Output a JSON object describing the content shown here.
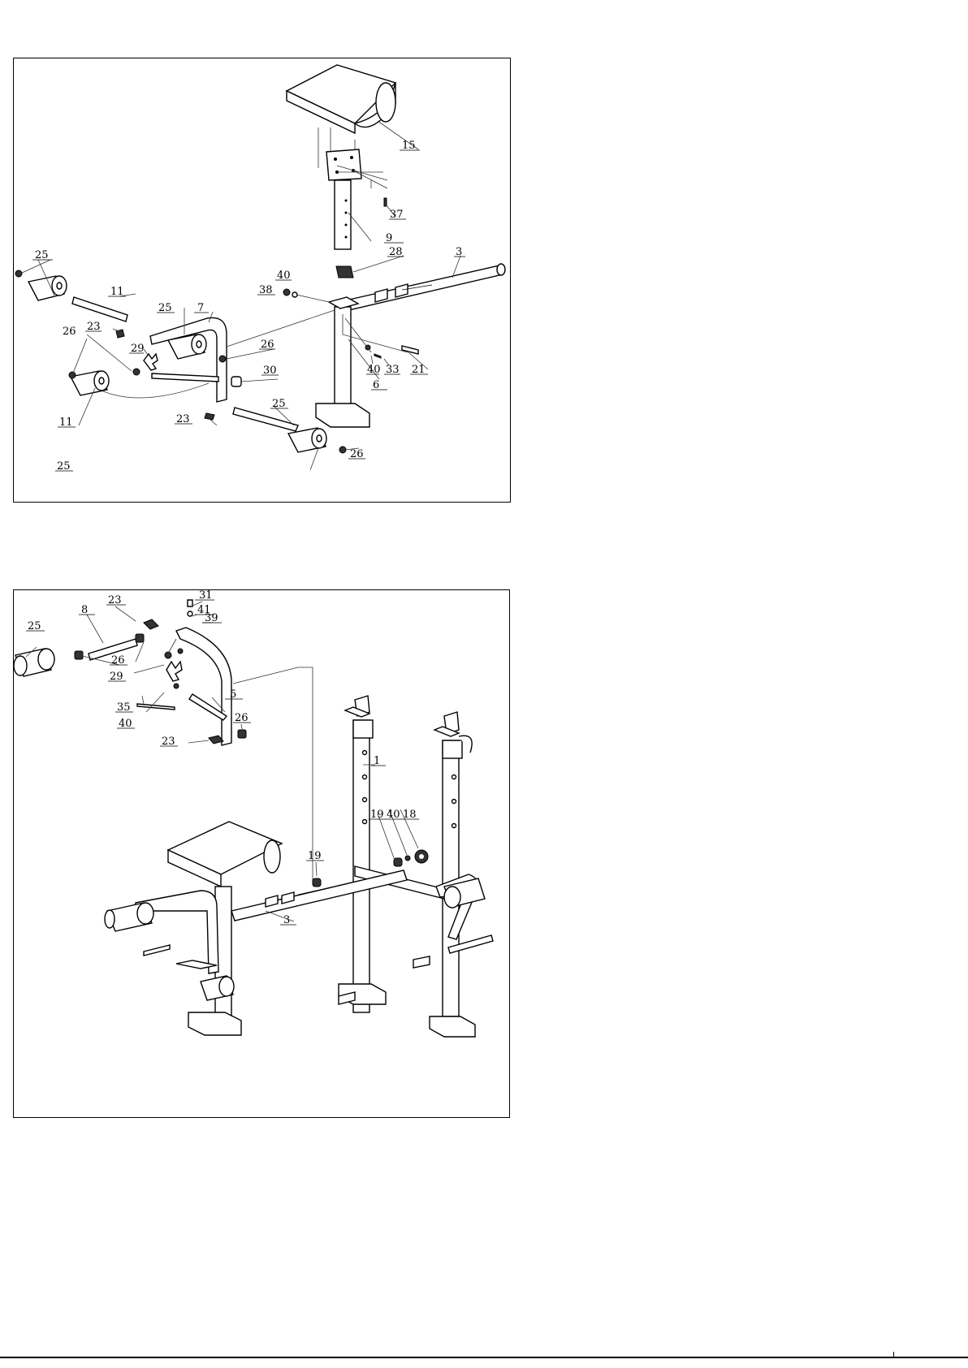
{
  "panels": [
    {
      "name": "exploded-view-preacher-curl-and-leg-developer",
      "labels": [
        "15",
        "37",
        "9",
        "28",
        "3",
        "40",
        "38",
        "25",
        "11",
        "25",
        "7",
        "23",
        "26",
        "29",
        "30",
        "26",
        "40",
        "33",
        "21",
        "6",
        "25",
        "11",
        "23",
        "25",
        "26",
        "26"
      ]
    },
    {
      "name": "assembly-view-bench",
      "labels": [
        "31",
        "23",
        "41",
        "8",
        "39",
        "25",
        "26",
        "29",
        "5",
        "35",
        "26",
        "40",
        "23",
        "1",
        "19",
        "40",
        "18",
        "19",
        "3"
      ]
    }
  ]
}
